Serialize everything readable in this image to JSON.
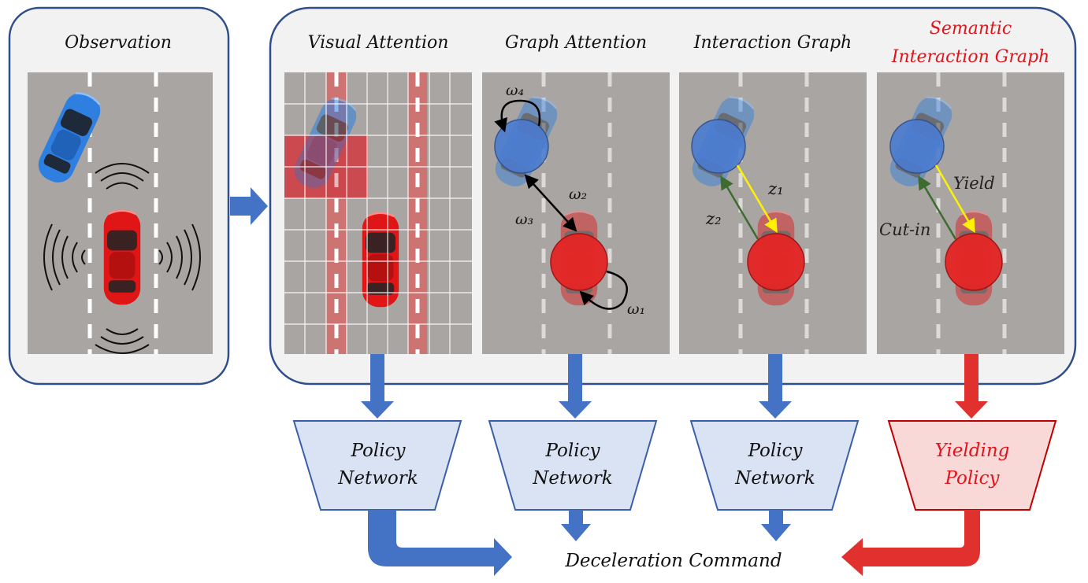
{
  "observation": {
    "title": "Observation"
  },
  "panels": [
    {
      "id": "visual-attention",
      "title": "Visual Attention"
    },
    {
      "id": "graph-attention",
      "title": "Graph Attention"
    },
    {
      "id": "interaction-graph",
      "title": "Interaction Graph"
    },
    {
      "id": "semantic-interaction-graph",
      "title_line1": "Semantic",
      "title_line2": "Interaction Graph"
    }
  ],
  "graph_attention": {
    "w1": "ω₁",
    "w2": "ω₂",
    "w3": "ω₃",
    "w4": "ω₄"
  },
  "interaction_graph": {
    "z1": "z₁",
    "z2": "z₂"
  },
  "semantic_graph": {
    "yield": "Yield",
    "cut_in": "Cut-in"
  },
  "networks": [
    {
      "line1": "Policy",
      "line2": "Network"
    },
    {
      "line1": "Policy",
      "line2": "Network"
    },
    {
      "line1": "Policy",
      "line2": "Network"
    },
    {
      "line1": "Yielding",
      "line2": "Policy"
    }
  ],
  "output": {
    "label": "Deceleration Command"
  },
  "colors": {
    "blue_arrow": "#4472C4",
    "red_arrow": "#E0312F",
    "semantic_text": "#E0151B",
    "network_fill": "#DAE3F3",
    "network_stroke": "#3B5EA8",
    "yield_fill": "#F8D9D8",
    "yield_stroke": "#C00000",
    "road": "#A8A5A3",
    "outer_box_stroke": "#2F4F8A"
  }
}
